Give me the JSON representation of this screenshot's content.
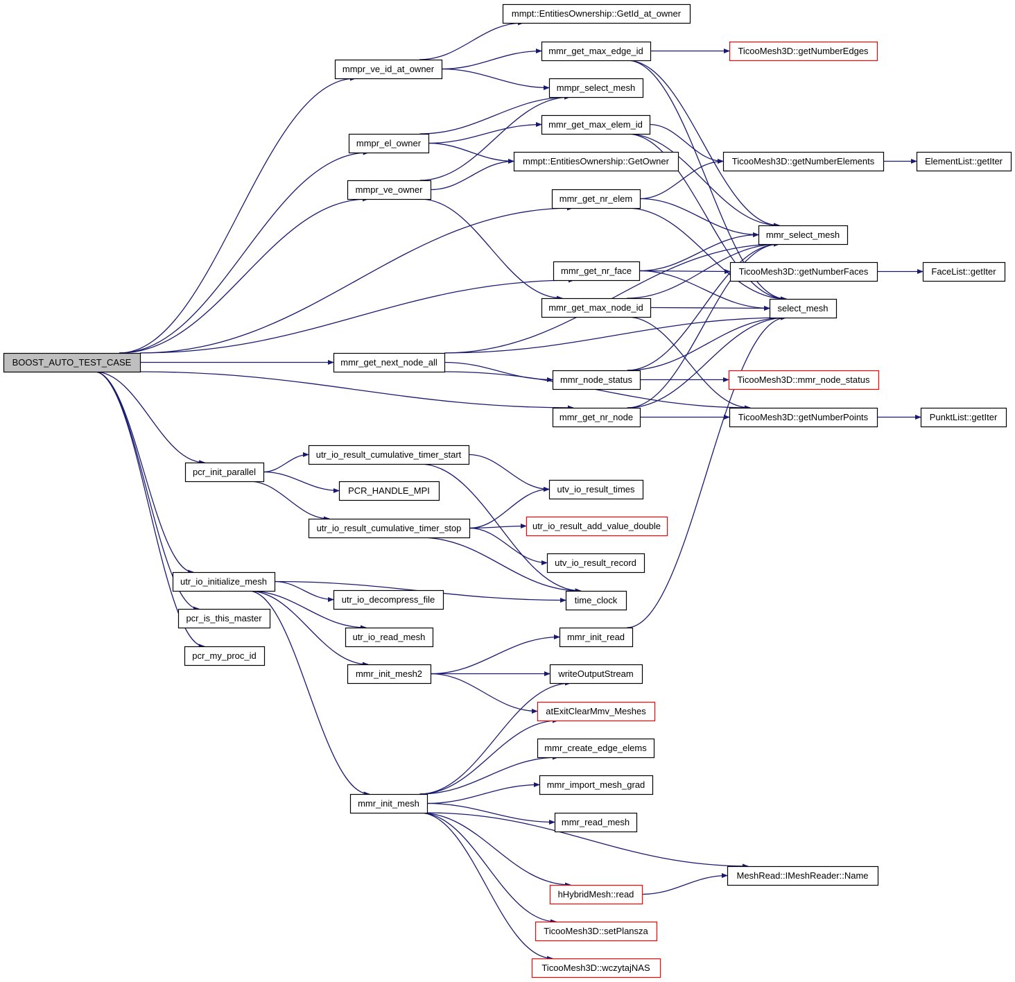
{
  "graph": {
    "nodes": [
      {
        "id": "boost",
        "label": "BOOST_AUTO_TEST_CASE",
        "style": "root"
      },
      {
        "id": "mmpr_ve_id_at_owner",
        "label": "mmpr_ve_id_at_owner",
        "style": "normal"
      },
      {
        "id": "mmpr_el_owner",
        "label": "mmpr_el_owner",
        "style": "normal"
      },
      {
        "id": "mmpr_ve_owner",
        "label": "mmpr_ve_owner",
        "style": "normal"
      },
      {
        "id": "mmr_get_next_node_all",
        "label": "mmr_get_next_node_all",
        "style": "normal"
      },
      {
        "id": "pcr_init_parallel",
        "label": "pcr_init_parallel",
        "style": "normal"
      },
      {
        "id": "utr_io_initialize_mesh",
        "label": "utr_io_initialize_mesh",
        "style": "normal"
      },
      {
        "id": "pcr_is_this_master",
        "label": "pcr_is_this_master",
        "style": "normal"
      },
      {
        "id": "pcr_my_proc_id",
        "label": "pcr_my_proc_id",
        "style": "normal"
      },
      {
        "id": "getid_at_owner",
        "label": "mmpt::EntitiesOwnership::GetId_at_owner",
        "style": "normal"
      },
      {
        "id": "mmr_get_max_edge_id",
        "label": "mmr_get_max_edge_id",
        "style": "normal"
      },
      {
        "id": "mmpr_select_mesh",
        "label": "mmpr_select_mesh",
        "style": "normal"
      },
      {
        "id": "mmr_get_max_elem_id",
        "label": "mmr_get_max_elem_id",
        "style": "normal"
      },
      {
        "id": "getowner",
        "label": "mmpt::EntitiesOwnership::GetOwner",
        "style": "normal"
      },
      {
        "id": "mmr_get_nr_elem",
        "label": "mmr_get_nr_elem",
        "style": "normal"
      },
      {
        "id": "mmr_get_nr_face",
        "label": "mmr_get_nr_face",
        "style": "normal"
      },
      {
        "id": "mmr_get_max_node_id",
        "label": "mmr_get_max_node_id",
        "style": "normal"
      },
      {
        "id": "mmr_node_status",
        "label": "mmr_node_status",
        "style": "normal"
      },
      {
        "id": "mmr_get_nr_node",
        "label": "mmr_get_nr_node",
        "style": "normal"
      },
      {
        "id": "t_getnumberedges",
        "label": "TicooMesh3D::getNumberEdges",
        "style": "red"
      },
      {
        "id": "t_getnumberelements",
        "label": "TicooMesh3D::getNumberElements",
        "style": "normal"
      },
      {
        "id": "mmr_select_mesh",
        "label": "mmr_select_mesh",
        "style": "normal"
      },
      {
        "id": "t_getnumberfaces",
        "label": "TicooMesh3D::getNumberFaces",
        "style": "normal"
      },
      {
        "id": "select_mesh",
        "label": "select_mesh",
        "style": "normal"
      },
      {
        "id": "t_mmr_node_status",
        "label": "TicooMesh3D::mmr_node_status",
        "style": "red"
      },
      {
        "id": "t_getnumberpoints",
        "label": "TicooMesh3D::getNumberPoints",
        "style": "normal"
      },
      {
        "id": "elementlist_getiter",
        "label": "ElementList::getIter",
        "style": "normal"
      },
      {
        "id": "facelist_getiter",
        "label": "FaceList::getIter",
        "style": "normal"
      },
      {
        "id": "punktlist_getiter",
        "label": "PunktList::getIter",
        "style": "normal"
      },
      {
        "id": "utr_timer_start",
        "label": "utr_io_result_cumulative_timer_start",
        "style": "normal"
      },
      {
        "id": "pcr_handle_mpi",
        "label": "PCR_HANDLE_MPI",
        "style": "normal"
      },
      {
        "id": "utr_timer_stop",
        "label": "utr_io_result_cumulative_timer_stop",
        "style": "normal"
      },
      {
        "id": "utv_io_result_times",
        "label": "utv_io_result_times",
        "style": "normal"
      },
      {
        "id": "utr_add_value_double",
        "label": "utr_io_result_add_value_double",
        "style": "red"
      },
      {
        "id": "utv_io_result_record",
        "label": "utv_io_result_record",
        "style": "normal"
      },
      {
        "id": "time_clock",
        "label": "time_clock",
        "style": "normal"
      },
      {
        "id": "utr_io_decompress_file",
        "label": "utr_io_decompress_file",
        "style": "normal"
      },
      {
        "id": "utr_io_read_mesh",
        "label": "utr_io_read_mesh",
        "style": "normal"
      },
      {
        "id": "mmr_init_mesh2",
        "label": "mmr_init_mesh2",
        "style": "normal"
      },
      {
        "id": "mmr_init_mesh",
        "label": "mmr_init_mesh",
        "style": "normal"
      },
      {
        "id": "mmr_init_read",
        "label": "mmr_init_read",
        "style": "normal"
      },
      {
        "id": "writeoutputstream",
        "label": "writeOutputStream",
        "style": "normal"
      },
      {
        "id": "atexitclear",
        "label": "atExitClearMmv_Meshes",
        "style": "red"
      },
      {
        "id": "mmr_create_edge_elems",
        "label": "mmr_create_edge_elems",
        "style": "normal"
      },
      {
        "id": "mmr_import_mesh_grad",
        "label": "mmr_import_mesh_grad",
        "style": "normal"
      },
      {
        "id": "mmr_read_mesh",
        "label": "mmr_read_mesh",
        "style": "normal"
      },
      {
        "id": "meshread_name",
        "label": "MeshRead::IMeshReader::Name",
        "style": "normal"
      },
      {
        "id": "hhybridmesh_read",
        "label": "hHybridMesh::read",
        "style": "red"
      },
      {
        "id": "t_setplansza",
        "label": "TicooMesh3D::setPlansza",
        "style": "red"
      },
      {
        "id": "t_wczytajnas",
        "label": "TicooMesh3D::wczytajNAS",
        "style": "red"
      }
    ],
    "edges": [
      [
        "boost",
        "mmpr_ve_id_at_owner"
      ],
      [
        "boost",
        "mmpr_el_owner"
      ],
      [
        "boost",
        "mmpr_ve_owner"
      ],
      [
        "boost",
        "mmr_get_nr_elem"
      ],
      [
        "boost",
        "mmr_get_nr_face"
      ],
      [
        "boost",
        "mmr_get_next_node_all"
      ],
      [
        "boost",
        "mmr_get_nr_node"
      ],
      [
        "boost",
        "pcr_init_parallel"
      ],
      [
        "boost",
        "utr_io_initialize_mesh"
      ],
      [
        "boost",
        "pcr_is_this_master"
      ],
      [
        "boost",
        "pcr_my_proc_id"
      ],
      [
        "mmpr_ve_id_at_owner",
        "getid_at_owner"
      ],
      [
        "mmpr_ve_id_at_owner",
        "mmr_get_max_edge_id"
      ],
      [
        "mmpr_ve_id_at_owner",
        "mmpr_select_mesh"
      ],
      [
        "mmpr_el_owner",
        "mmpr_select_mesh"
      ],
      [
        "mmpr_el_owner",
        "mmr_get_max_elem_id"
      ],
      [
        "mmpr_el_owner",
        "getowner"
      ],
      [
        "mmpr_ve_owner",
        "mmpr_select_mesh"
      ],
      [
        "mmpr_ve_owner",
        "getowner"
      ],
      [
        "mmpr_ve_owner",
        "mmr_get_max_node_id"
      ],
      [
        "mmr_get_max_edge_id",
        "t_getnumberedges"
      ],
      [
        "mmr_get_max_edge_id",
        "mmr_select_mesh"
      ],
      [
        "mmr_get_max_edge_id",
        "select_mesh"
      ],
      [
        "mmr_get_max_elem_id",
        "t_getnumberelements"
      ],
      [
        "mmr_get_max_elem_id",
        "mmr_select_mesh"
      ],
      [
        "mmr_get_max_elem_id",
        "select_mesh"
      ],
      [
        "mmr_get_nr_elem",
        "t_getnumberelements"
      ],
      [
        "mmr_get_nr_elem",
        "mmr_select_mesh"
      ],
      [
        "mmr_get_nr_elem",
        "select_mesh"
      ],
      [
        "mmr_get_nr_face",
        "mmr_select_mesh"
      ],
      [
        "mmr_get_nr_face",
        "t_getnumberfaces"
      ],
      [
        "mmr_get_nr_face",
        "select_mesh"
      ],
      [
        "mmr_get_max_node_id",
        "mmr_select_mesh"
      ],
      [
        "mmr_get_max_node_id",
        "select_mesh"
      ],
      [
        "mmr_get_max_node_id",
        "t_getnumberpoints"
      ],
      [
        "mmr_get_next_node_all",
        "mmr_select_mesh"
      ],
      [
        "mmr_get_next_node_all",
        "select_mesh"
      ],
      [
        "mmr_get_next_node_all",
        "mmr_node_status"
      ],
      [
        "mmr_get_next_node_all",
        "t_getnumberpoints"
      ],
      [
        "mmr_node_status",
        "mmr_select_mesh"
      ],
      [
        "mmr_node_status",
        "select_mesh"
      ],
      [
        "mmr_node_status",
        "t_mmr_node_status"
      ],
      [
        "mmr_get_nr_node",
        "mmr_select_mesh"
      ],
      [
        "mmr_get_nr_node",
        "select_mesh"
      ],
      [
        "mmr_get_nr_node",
        "t_getnumberpoints"
      ],
      [
        "t_getnumberelements",
        "elementlist_getiter"
      ],
      [
        "t_getnumberfaces",
        "facelist_getiter"
      ],
      [
        "t_getnumberpoints",
        "punktlist_getiter"
      ],
      [
        "pcr_init_parallel",
        "utr_timer_start"
      ],
      [
        "pcr_init_parallel",
        "pcr_handle_mpi"
      ],
      [
        "pcr_init_parallel",
        "utr_timer_stop"
      ],
      [
        "utr_timer_start",
        "utv_io_result_times"
      ],
      [
        "utr_timer_start",
        "time_clock"
      ],
      [
        "utr_timer_stop",
        "utv_io_result_times"
      ],
      [
        "utr_timer_stop",
        "utr_add_value_double"
      ],
      [
        "utr_timer_stop",
        "utv_io_result_record"
      ],
      [
        "utr_timer_stop",
        "time_clock"
      ],
      [
        "utr_io_initialize_mesh",
        "time_clock"
      ],
      [
        "utr_io_initialize_mesh",
        "utr_io_decompress_file"
      ],
      [
        "utr_io_initialize_mesh",
        "utr_io_read_mesh"
      ],
      [
        "utr_io_initialize_mesh",
        "mmr_init_mesh2"
      ],
      [
        "utr_io_initialize_mesh",
        "mmr_init_mesh"
      ],
      [
        "mmr_init_mesh2",
        "mmr_init_read"
      ],
      [
        "mmr_init_mesh2",
        "writeoutputstream"
      ],
      [
        "mmr_init_mesh2",
        "atexitclear"
      ],
      [
        "mmr_init_read",
        "select_mesh"
      ],
      [
        "mmr_init_mesh",
        "writeoutputstream"
      ],
      [
        "mmr_init_mesh",
        "atexitclear"
      ],
      [
        "mmr_init_mesh",
        "mmr_create_edge_elems"
      ],
      [
        "mmr_init_mesh",
        "mmr_import_mesh_grad"
      ],
      [
        "mmr_init_mesh",
        "mmr_read_mesh"
      ],
      [
        "mmr_init_mesh",
        "meshread_name"
      ],
      [
        "mmr_init_mesh",
        "hhybridmesh_read"
      ],
      [
        "mmr_init_mesh",
        "t_setplansza"
      ],
      [
        "mmr_init_mesh",
        "t_wczytajnas"
      ],
      [
        "hhybridmesh_read",
        "meshread_name"
      ]
    ]
  },
  "colors": {
    "edge": "#191970",
    "root_fill": "#bfbfbf",
    "box_stroke": "#000000",
    "red_stroke": "#ff0000"
  }
}
